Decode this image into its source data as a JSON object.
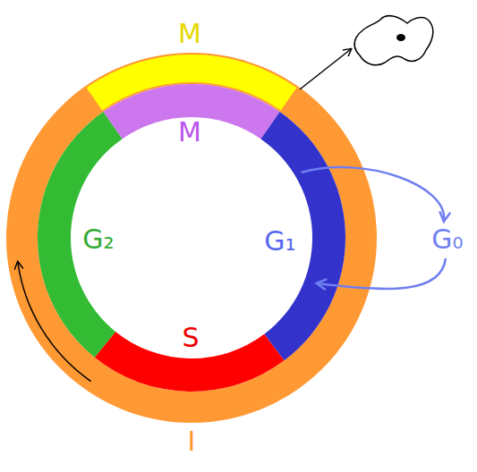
{
  "diagram": {
    "nodes": [
      {
        "text": [
          "M"
        ]
      },
      {
        "text": [
          "M"
        ]
      },
      {
        "text": [
          "G₂"
        ]
      },
      {
        "text": [
          "G₁"
        ]
      },
      {
        "text": [
          "G₀"
        ]
      },
      {
        "text": [
          "S"
        ]
      },
      {
        "text": [
          "I"
        ]
      }
    ],
    "edges": [
      {
        "from": 3,
        "to": 4,
        "arrow": "to"
      },
      {
        "from": 4,
        "to": 3,
        "arrow": "to"
      }
    ]
  }
}
